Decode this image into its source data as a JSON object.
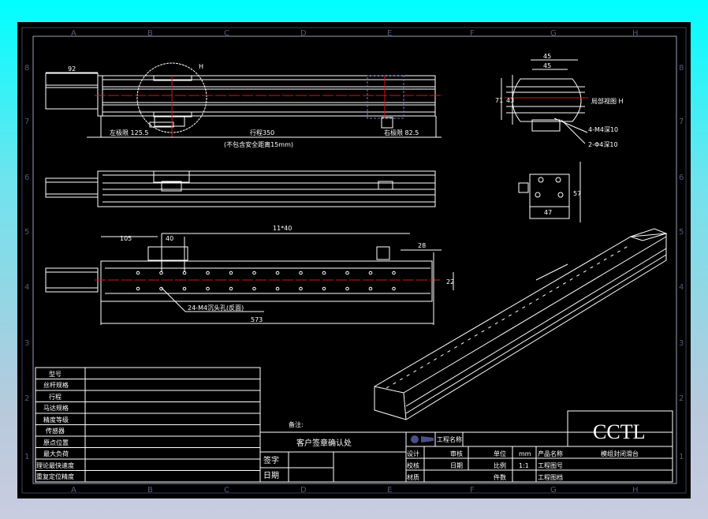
{
  "frame": {
    "columns": [
      "A",
      "B",
      "C",
      "D",
      "E",
      "F",
      "G",
      "H"
    ],
    "rows": [
      "8",
      "7",
      "6",
      "5",
      "4",
      "3",
      "2",
      "1"
    ]
  },
  "top_view": {
    "motor_dim": "92",
    "detail_mark": "H",
    "left_limit": "左极限 125.5",
    "stroke": "行程350",
    "right_limit": "右极限 82.5",
    "note": "(不包含安全距离15mm)"
  },
  "bottom_view": {
    "dim_105": "105",
    "dim_40": "40",
    "dim_pitch": "11*40",
    "dim_28": "28",
    "dim_22": "22",
    "dim_573": "573",
    "holes": "24-M4沉头孔(反面)"
  },
  "detail_view": {
    "title": "局部视图 H",
    "dim_top1": "45",
    "dim_top2": "45",
    "dim_h1": "71",
    "dim_h2": "43",
    "hole1": "4-M4深10",
    "hole2": "2-Φ4深10"
  },
  "end_view": {
    "width": "47",
    "height": "57"
  },
  "spec_table": {
    "rows": [
      "型号",
      "丝杆规格",
      "行程",
      "马达规格",
      "精度等级",
      "传感器",
      "原点位置",
      "最大负荷",
      "理论最快速度",
      "重复定位精度"
    ]
  },
  "title_block": {
    "remark": "备注:",
    "customer_confirm": "客户签章确认处",
    "sign": "签字",
    "date": "日期",
    "project_name": "工程名称",
    "design": "设计",
    "check": "校核",
    "material": "材质",
    "review": "审核",
    "review_date": "日期",
    "unit": "单位",
    "unit_value": "mm",
    "scale": "比例",
    "scale_value": "1:1",
    "qty": "件数",
    "product_name": "产品名称",
    "drawing_no": "工程图号",
    "drawing_file": "工程图档",
    "logo": "CCTL",
    "product": "模组封闭滑台"
  }
}
